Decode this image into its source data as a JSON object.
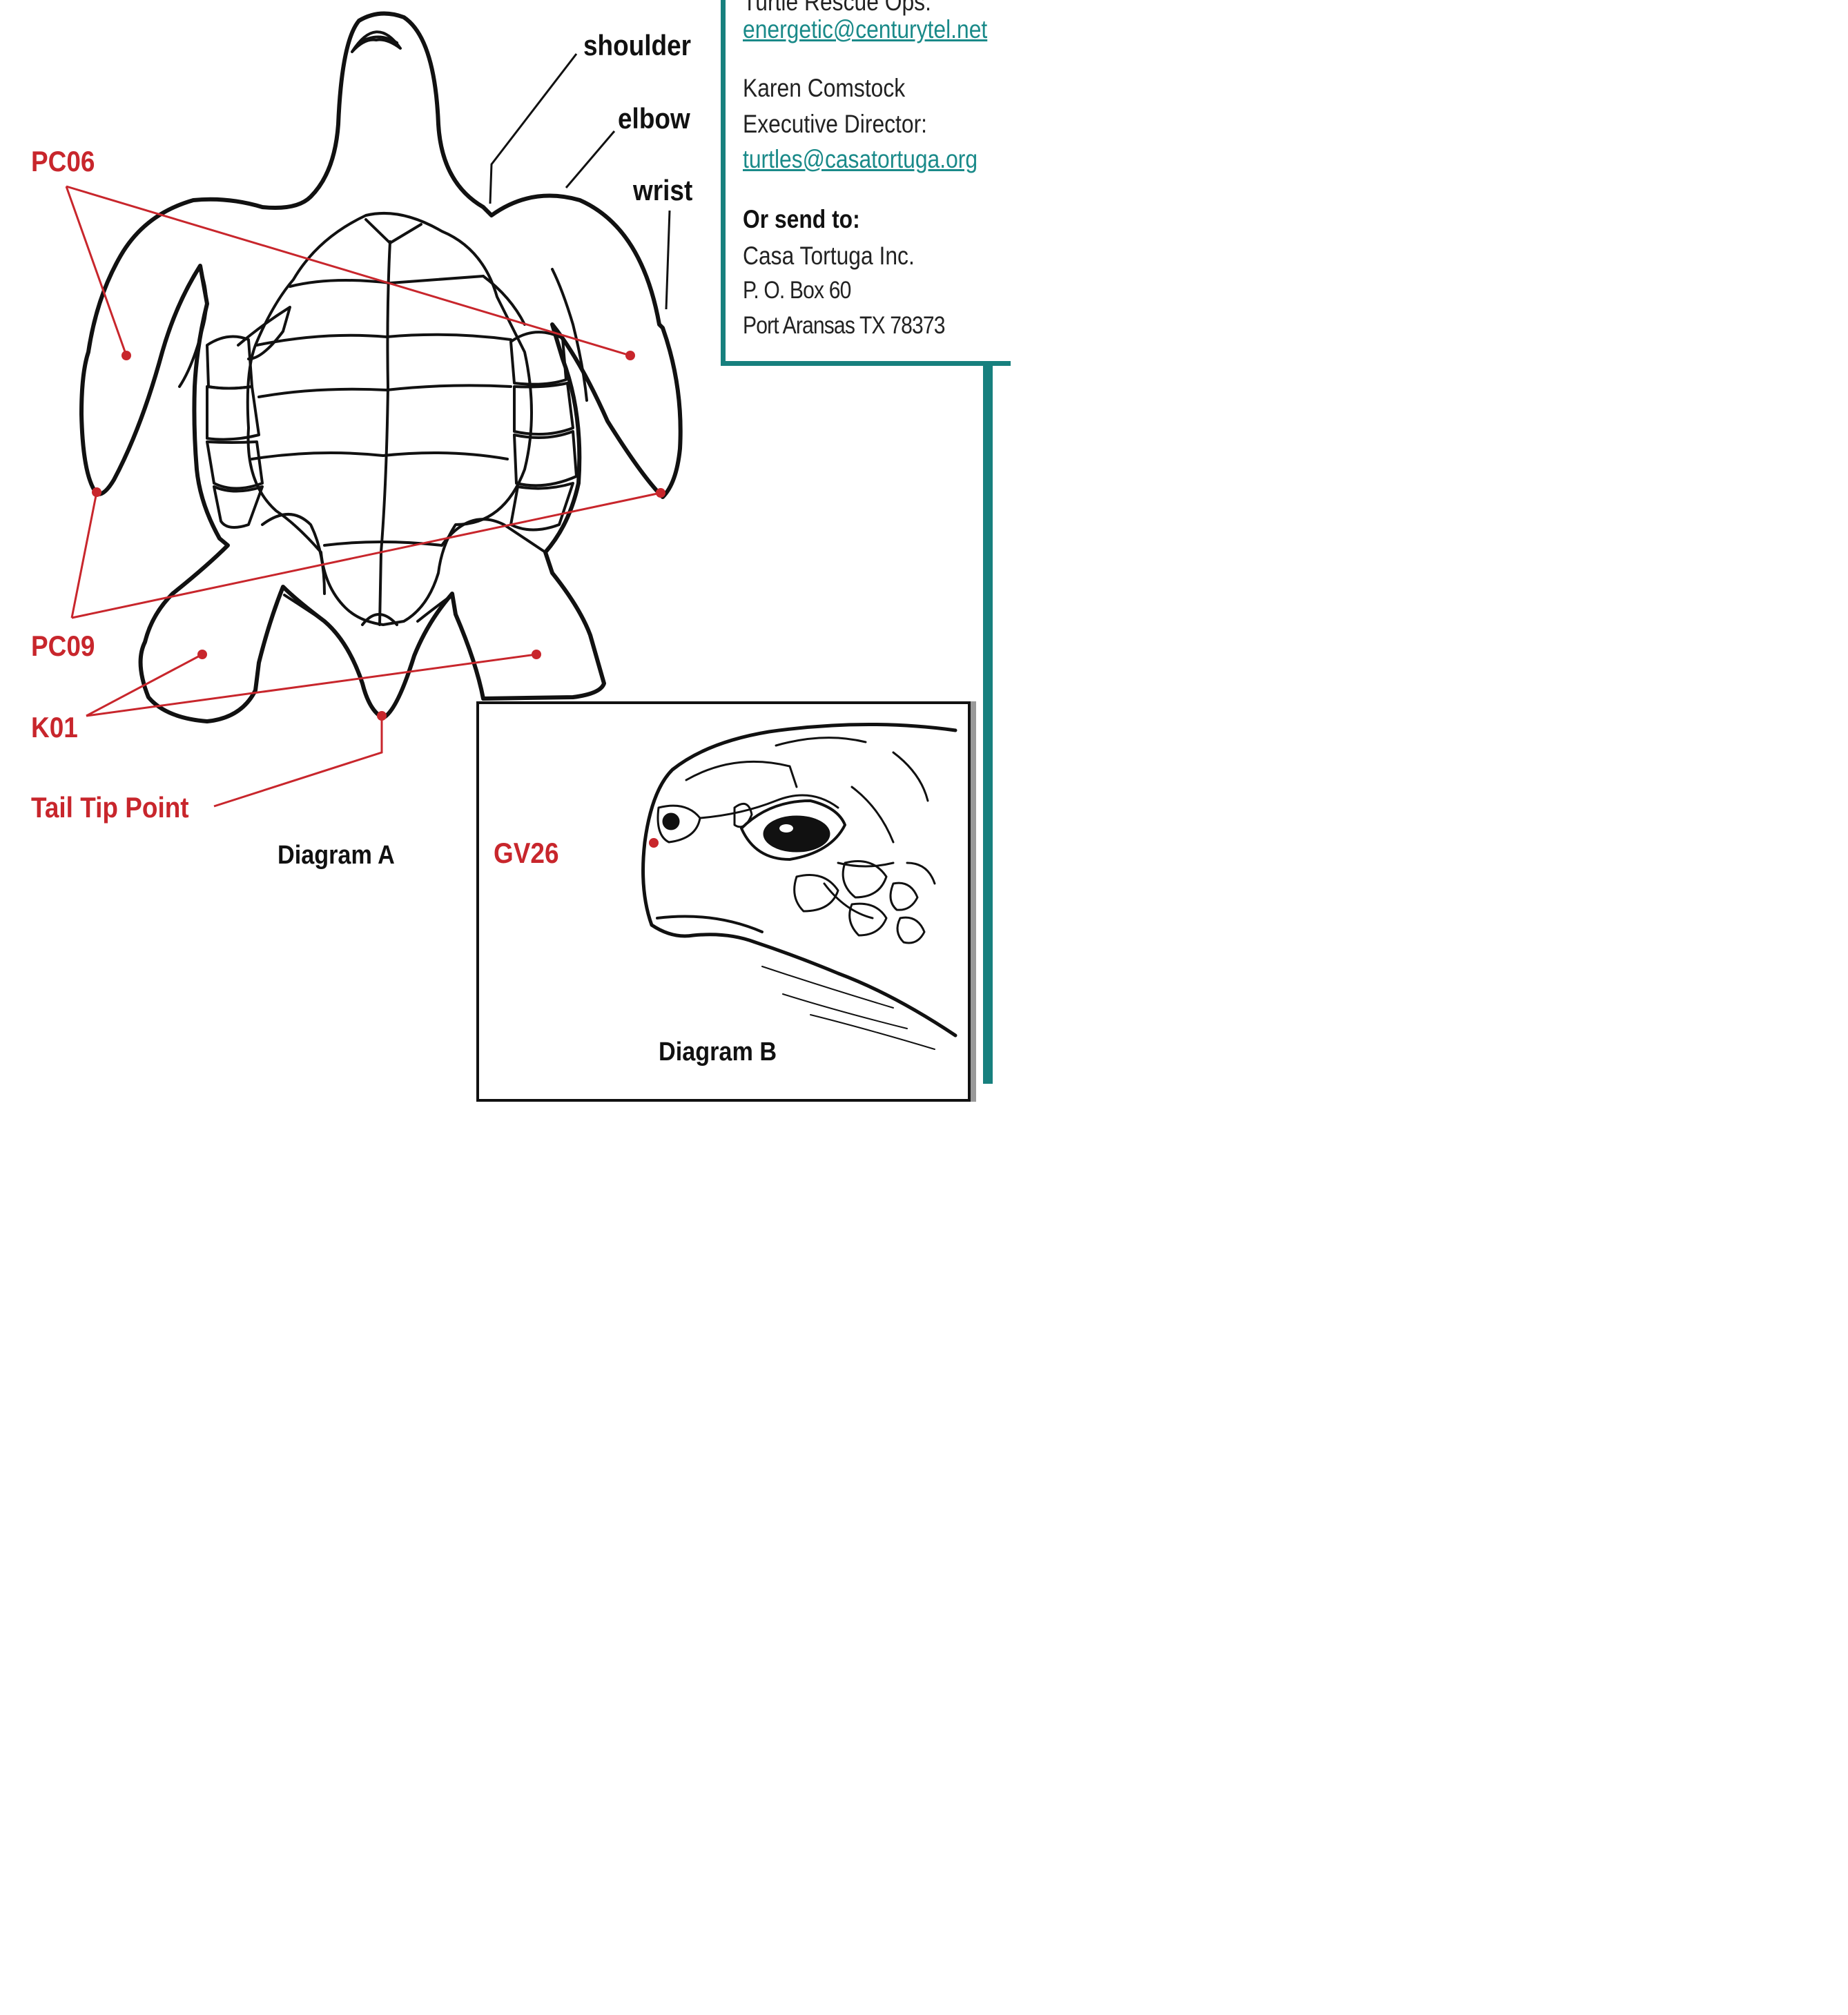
{
  "labels": {
    "pc06": "PC06",
    "pc09": "PC09",
    "k01": "K01",
    "tail_tip": "Tail Tip Point",
    "gv26": "GV26",
    "shoulder": "shoulder",
    "elbow": "elbow",
    "wrist": "wrist"
  },
  "captions": {
    "diagram_a": "Diagram A",
    "diagram_b": "Diagram B"
  },
  "contact": {
    "line1": "Turtle Rescue Ops:",
    "email1": "energetic@centurytel.net",
    "name": "Karen Comstock",
    "role": "Executive Director:",
    "email2": "turtles@casatortuga.org",
    "send_heading": "Or send to:",
    "org": "Casa Tortuga Inc.",
    "pobox": "P. O. Box 60",
    "city": "Port Aransas TX 78373"
  },
  "colors": {
    "accent_red": "#c8262c",
    "teal": "#17807e",
    "ink": "#111111"
  }
}
